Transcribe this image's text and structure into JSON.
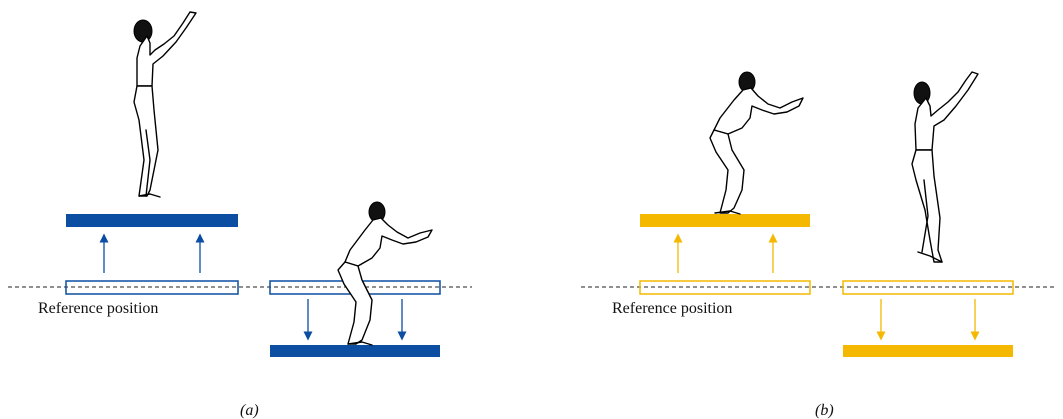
{
  "colors": {
    "panel_a": "#0b4ea2",
    "panel_b": "#f5b800",
    "dashed_line": "#222222"
  },
  "panel_a": {
    "label": "(a)",
    "reference_text": "Reference position"
  },
  "panel_b": {
    "label": "(b)",
    "reference_text": "Reference position"
  }
}
